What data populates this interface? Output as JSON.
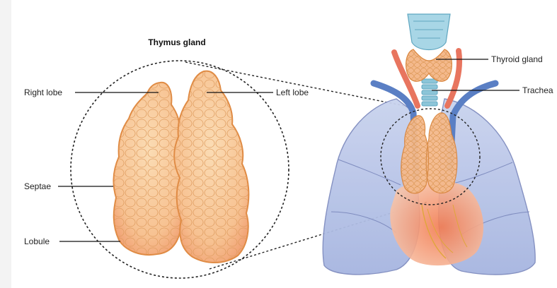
{
  "diagram": {
    "title": "Thymus gland",
    "labels": {
      "right_lobe": "Right lobe",
      "left_lobe": "Left lobe",
      "septae": "Septae",
      "lobule": "Lobule",
      "thyroid_gland": "Thyroid gland",
      "trachea": "Trachea"
    }
  },
  "colors": {
    "lobe_fill": "#f6bb84",
    "lobe_edge": "#d9843c",
    "lung_fill": "#b8c6e8",
    "lung_edge": "#7f8cbf",
    "heart_fill": "#f3a07a",
    "vessel_blue": "#5a7fc4",
    "vessel_red": "#e8755f",
    "trachea": "#8cc5d8"
  }
}
